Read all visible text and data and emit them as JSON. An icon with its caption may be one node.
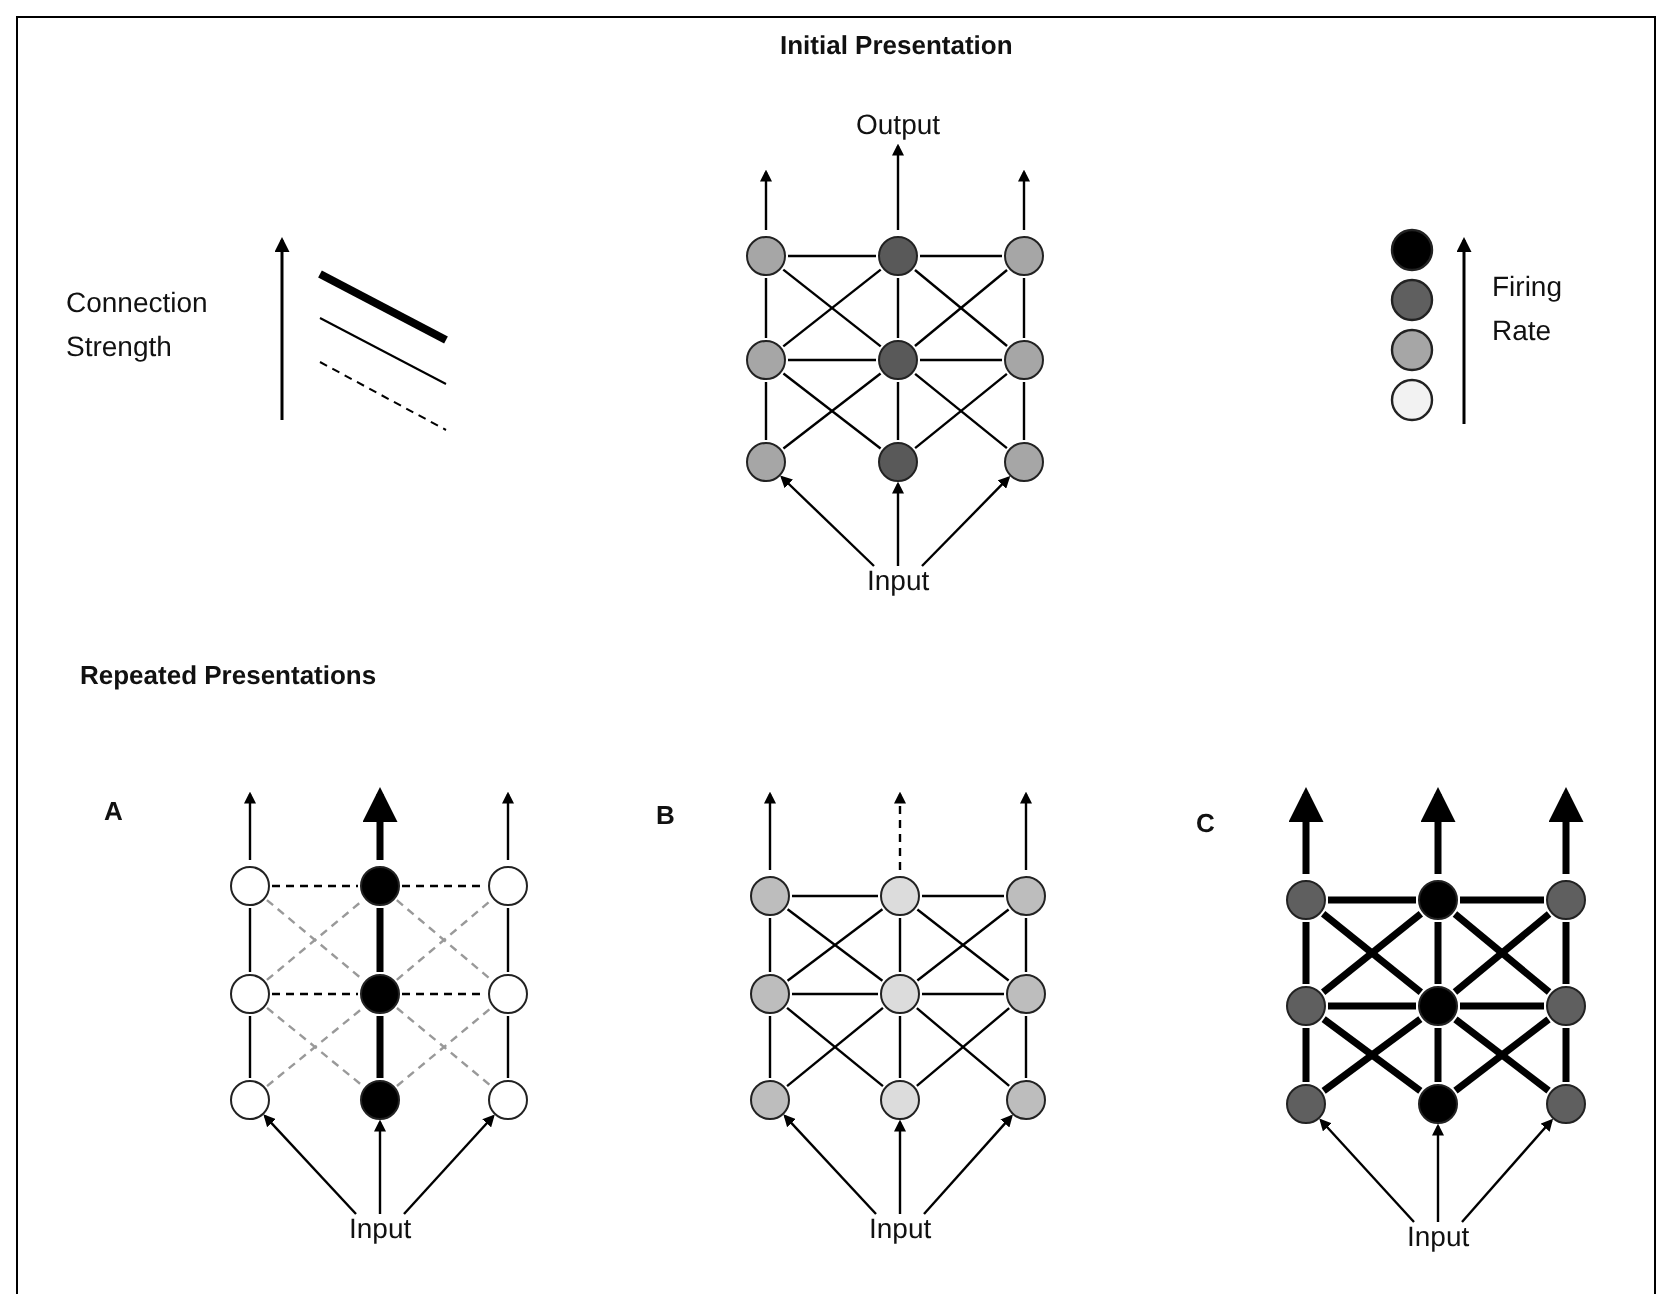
{
  "diagram": {
    "title": "Initial Presentation",
    "nodes": [
      {
        "text": [],
        "shape": "circle"
      },
      {
        "text": [],
        "shape": "circle"
      },
      {
        "text": [],
        "shape": "circle"
      },
      {
        "text": [],
        "shape": "circle"
      },
      {
        "text": [],
        "shape": "circle"
      },
      {
        "text": [],
        "shape": "circle"
      },
      {
        "text": [],
        "shape": "circle"
      },
      {
        "text": [],
        "shape": "circle"
      },
      {
        "text": [],
        "shape": "circle"
      },
      {
        "text": [
          "Input"
        ]
      },
      {
        "text": [],
        "shape": "circle"
      },
      {
        "text": [],
        "shape": "circle"
      },
      {
        "text": [],
        "shape": "circle"
      },
      {
        "text": [],
        "shape": "circle"
      },
      {
        "text": [],
        "shape": "circle"
      },
      {
        "text": [],
        "shape": "circle"
      },
      {
        "text": [],
        "shape": "circle"
      },
      {
        "text": [],
        "shape": "circle"
      },
      {
        "text": [],
        "shape": "circle"
      },
      {
        "text": [
          "Input"
        ]
      },
      {
        "text": [],
        "shape": "circle"
      },
      {
        "text": [],
        "shape": "circle"
      },
      {
        "text": [],
        "shape": "circle"
      },
      {
        "text": [],
        "shape": "circle"
      },
      {
        "text": [],
        "shape": "circle"
      },
      {
        "text": [],
        "shape": "circle"
      },
      {
        "text": [],
        "shape": "circle"
      },
      {
        "text": [],
        "shape": "circle"
      },
      {
        "text": [],
        "shape": "circle"
      },
      {
        "text": [
          "Input"
        ]
      },
      {
        "text": [],
        "shape": "circle"
      },
      {
        "text": [],
        "shape": "circle"
      },
      {
        "text": [],
        "shape": "circle"
      },
      {
        "text": [],
        "shape": "circle"
      },
      {
        "text": [],
        "shape": "circle"
      },
      {
        "text": [],
        "shape": "circle"
      },
      {
        "text": [],
        "shape": "circle"
      },
      {
        "text": [],
        "shape": "circle"
      },
      {
        "text": [],
        "shape": "circle"
      },
      {
        "text": [
          "Input"
        ]
      },
      {
        "text": [
          "Output"
        ]
      }
    ],
    "edges": [
      {
        "from": 0,
        "to": 3,
        "arrow": "none"
      },
      {
        "from": 3,
        "to": 6,
        "arrow": "none"
      },
      {
        "from": 1,
        "to": 4,
        "arrow": "none"
      },
      {
        "from": 4,
        "to": 7,
        "arrow": "none"
      },
      {
        "from": 2,
        "to": 5,
        "arrow": "none"
      },
      {
        "from": 5,
        "to": 8,
        "arrow": "none"
      },
      {
        "from": 0,
        "to": 1,
        "arrow": "none"
      },
      {
        "from": 1,
        "to": 2,
        "arrow": "none"
      },
      {
        "from": 3,
        "to": 4,
        "arrow": "none"
      },
      {
        "from": 4,
        "to": 5,
        "arrow": "none"
      },
      {
        "from": 0,
        "to": 4,
        "arrow": "none"
      },
      {
        "from": 3,
        "to": 1,
        "arrow": "none"
      },
      {
        "from": 1,
        "to": 5,
        "arrow": "none"
      },
      {
        "from": 4,
        "to": 2,
        "arrow": "none"
      },
      {
        "from": 3,
        "to": 7,
        "arrow": "none"
      },
      {
        "from": 6,
        "to": 4,
        "arrow": "none"
      },
      {
        "from": 4,
        "to": 8,
        "arrow": "none"
      },
      {
        "from": 7,
        "to": 5,
        "arrow": "none"
      },
      {
        "from": 0,
        "to": null,
        "arrow": "to"
      },
      {
        "from": 1,
        "to": 40,
        "arrow": "to"
      },
      {
        "from": 2,
        "to": null,
        "arrow": "to"
      },
      {
        "from": 9,
        "to": 6,
        "arrow": "to"
      },
      {
        "from": 9,
        "to": 7,
        "arrow": "to"
      },
      {
        "from": 9,
        "to": 8,
        "arrow": "to"
      },
      {
        "from": 10,
        "to": 13,
        "arrow": "none"
      },
      {
        "from": 13,
        "to": 16,
        "arrow": "none"
      },
      {
        "from": 11,
        "to": 14,
        "arrow": "none",
        "style": "thick"
      },
      {
        "from": 14,
        "to": 17,
        "arrow": "none",
        "style": "thick"
      },
      {
        "from": 12,
        "to": 15,
        "arrow": "none"
      },
      {
        "from": 15,
        "to": 18,
        "arrow": "none"
      },
      {
        "from": 10,
        "to": 11,
        "arrow": "none",
        "style": "dashed"
      },
      {
        "from": 11,
        "to": 12,
        "arrow": "none",
        "style": "dashed"
      },
      {
        "from": 13,
        "to": 14,
        "arrow": "none",
        "style": "dashed"
      },
      {
        "from": 14,
        "to": 15,
        "arrow": "none",
        "style": "dashed"
      },
      {
        "from": 10,
        "to": 14,
        "arrow": "none",
        "style": "dashed",
        "color": "#999999"
      },
      {
        "from": 13,
        "to": 11,
        "arrow": "none",
        "style": "dashed",
        "color": "#999999"
      },
      {
        "from": 11,
        "to": 15,
        "arrow": "none",
        "style": "dashed",
        "color": "#999999"
      },
      {
        "from": 14,
        "to": 12,
        "arrow": "none",
        "style": "dashed",
        "color": "#999999"
      },
      {
        "from": 13,
        "to": 17,
        "arrow": "none",
        "style": "dashed",
        "color": "#999999"
      },
      {
        "from": 16,
        "to": 14,
        "arrow": "none",
        "style": "dashed",
        "color": "#999999"
      },
      {
        "from": 14,
        "to": 18,
        "arrow": "none",
        "style": "dashed",
        "color": "#999999"
      },
      {
        "from": 17,
        "to": 15,
        "arrow": "none",
        "style": "dashed",
        "color": "#999999"
      },
      {
        "from": 10,
        "to": null,
        "arrow": "to"
      },
      {
        "from": 11,
        "to": null,
        "arrow": "to",
        "style": "thick"
      },
      {
        "from": 12,
        "to": null,
        "arrow": "to"
      },
      {
        "from": 19,
        "to": 16,
        "arrow": "to"
      },
      {
        "from": 19,
        "to": 17,
        "arrow": "to"
      },
      {
        "from": 19,
        "to": 18,
        "arrow": "to"
      },
      {
        "from": 20,
        "to": 23,
        "arrow": "none"
      },
      {
        "from": 23,
        "to": 26,
        "arrow": "none"
      },
      {
        "from": 21,
        "to": 24,
        "arrow": "none"
      },
      {
        "from": 24,
        "to": 27,
        "arrow": "none"
      },
      {
        "from": 22,
        "to": 25,
        "arrow": "none"
      },
      {
        "from": 25,
        "to": 28,
        "arrow": "none"
      },
      {
        "from": 20,
        "to": 21,
        "arrow": "none"
      },
      {
        "from": 21,
        "to": 22,
        "arrow": "none"
      },
      {
        "from": 23,
        "to": 24,
        "arrow": "none"
      },
      {
        "from": 24,
        "to": 25,
        "arrow": "none"
      },
      {
        "from": 20,
        "to": 24,
        "arrow": "none"
      },
      {
        "from": 23,
        "to": 21,
        "arrow": "none"
      },
      {
        "from": 21,
        "to": 25,
        "arrow": "none"
      },
      {
        "from": 24,
        "to": 22,
        "arrow": "none"
      },
      {
        "from": 23,
        "to": 27,
        "arrow": "none"
      },
      {
        "from": 26,
        "to": 24,
        "arrow": "none"
      },
      {
        "from": 24,
        "to": 28,
        "arrow": "none"
      },
      {
        "from": 27,
        "to": 25,
        "arrow": "none"
      },
      {
        "from": 20,
        "to": null,
        "arrow": "to"
      },
      {
        "from": 21,
        "to": null,
        "arrow": "to",
        "style": "dashed"
      },
      {
        "from": 22,
        "to": null,
        "arrow": "to"
      },
      {
        "from": 29,
        "to": 26,
        "arrow": "to"
      },
      {
        "from": 29,
        "to": 27,
        "arrow": "to"
      },
      {
        "from": 29,
        "to": 28,
        "arrow": "to"
      },
      {
        "from": 30,
        "to": 33,
        "arrow": "none",
        "style": "thick"
      },
      {
        "from": 33,
        "to": 36,
        "arrow": "none",
        "style": "thick"
      },
      {
        "from": 31,
        "to": 34,
        "arrow": "none",
        "style": "thick"
      },
      {
        "from": 34,
        "to": 37,
        "arrow": "none",
        "style": "thick"
      },
      {
        "from": 32,
        "to": 35,
        "arrow": "none",
        "style": "thick"
      },
      {
        "from": 35,
        "to": 38,
        "arrow": "none",
        "style": "thick"
      },
      {
        "from": 30,
        "to": 31,
        "arrow": "none",
        "style": "thick"
      },
      {
        "from": 31,
        "to": 32,
        "arrow": "none",
        "style": "thick"
      },
      {
        "from": 33,
        "to": 34,
        "arrow": "none",
        "style": "thick"
      },
      {
        "from": 34,
        "to": 35,
        "arrow": "none",
        "style": "thick"
      },
      {
        "from": 30,
        "to": 34,
        "arrow": "none",
        "style": "thick"
      },
      {
        "from": 33,
        "to": 31,
        "arrow": "none",
        "style": "thick"
      },
      {
        "from": 31,
        "to": 35,
        "arrow": "none",
        "style": "thick"
      },
      {
        "from": 34,
        "to": 32,
        "arrow": "none",
        "style": "thick"
      },
      {
        "from": 33,
        "to": 37,
        "arrow": "none",
        "style": "thick"
      },
      {
        "from": 36,
        "to": 34,
        "arrow": "none",
        "style": "thick"
      },
      {
        "from": 34,
        "to": 38,
        "arrow": "none",
        "style": "thick"
      },
      {
        "from": 37,
        "to": 35,
        "arrow": "none",
        "style": "thick"
      },
      {
        "from": 30,
        "to": null,
        "arrow": "to",
        "style": "thick"
      },
      {
        "from": 31,
        "to": null,
        "arrow": "to",
        "style": "thick"
      },
      {
        "from": 32,
        "to": null,
        "arrow": "to",
        "style": "thick"
      },
      {
        "from": 39,
        "to": 36,
        "arrow": "to"
      },
      {
        "from": 39,
        "to": 37,
        "arrow": "to"
      },
      {
        "from": 39,
        "to": 38,
        "arrow": "to"
      }
    ],
    "labels": [
      "Connection Strength",
      "Firing Rate",
      "Repeated Presentations",
      "A",
      "B",
      "C"
    ]
  }
}
